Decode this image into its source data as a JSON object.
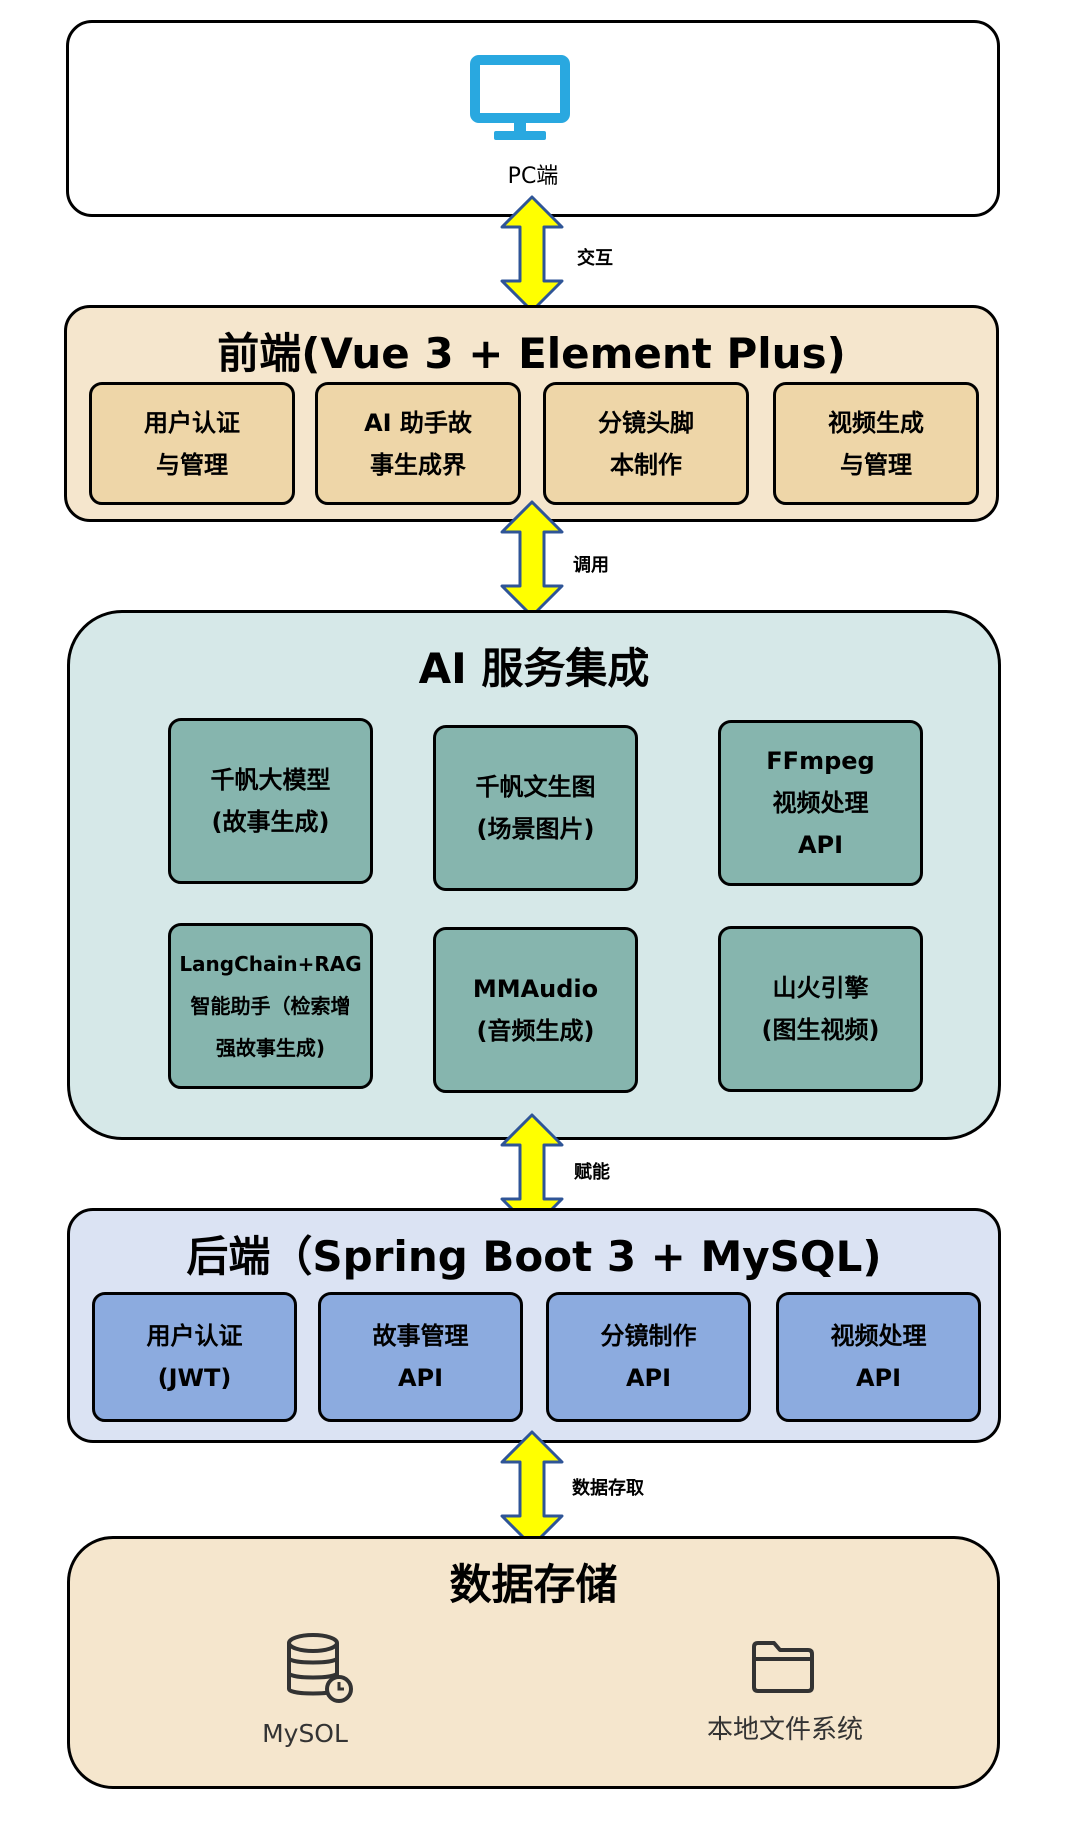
{
  "pc": {
    "label": "PC端",
    "icon": "monitor-icon"
  },
  "arrows": [
    {
      "label": "交互"
    },
    {
      "label": "调用"
    },
    {
      "label": "赋能"
    },
    {
      "label": "数据存取"
    }
  ],
  "frontend": {
    "title": "前端(Vue 3 + Element Plus)",
    "modules": [
      {
        "line1": "用户认证",
        "line2": "与管理"
      },
      {
        "line1": "AI 助手故",
        "line2": "事生成界"
      },
      {
        "line1": "分镜头脚",
        "line2": "本制作"
      },
      {
        "line1": "视频生成",
        "line2": "与管理"
      }
    ]
  },
  "ai": {
    "title": "AI 服务集成",
    "services": [
      {
        "line1": "千帆大模型",
        "line2": "(故事生成)"
      },
      {
        "line1": "千帆文生图",
        "line2": "(场景图片)"
      },
      {
        "line1": "FFmpeg",
        "line2": "视频处理",
        "line3": "API"
      },
      {
        "line1": "LangChain+RAG",
        "line2": "智能助手（检索增",
        "line3": "强故事生成)"
      },
      {
        "line1": "MMAudio",
        "line2": "(音频生成)"
      },
      {
        "line1": "山火引擎",
        "line2": "(图生视频)"
      }
    ]
  },
  "backend": {
    "title": "后端（Spring Boot 3 + MySQL)",
    "modules": [
      {
        "line1": "用户认证",
        "line2": "(JWT)"
      },
      {
        "line1": "故事管理",
        "line2": "API"
      },
      {
        "line1": "分镜制作",
        "line2": "API"
      },
      {
        "line1": "视频处理",
        "line2": "API"
      }
    ]
  },
  "storage": {
    "title": "数据存储",
    "items": [
      {
        "label": "MySOL",
        "icon": "database-icon"
      },
      {
        "label": "本地文件系统",
        "icon": "folder-icon"
      }
    ]
  },
  "colors": {
    "arrow_fill": "#ffff00",
    "arrow_stroke": "#2f5597",
    "frontend_bg": "#f5e6cd",
    "frontend_box": "#eed6a8",
    "ai_bg": "#d6e8e8",
    "ai_box": "#86b5ae",
    "backend_bg": "#dbe3f3",
    "backend_box": "#8cabdf",
    "monitor": "#29a8e0"
  }
}
